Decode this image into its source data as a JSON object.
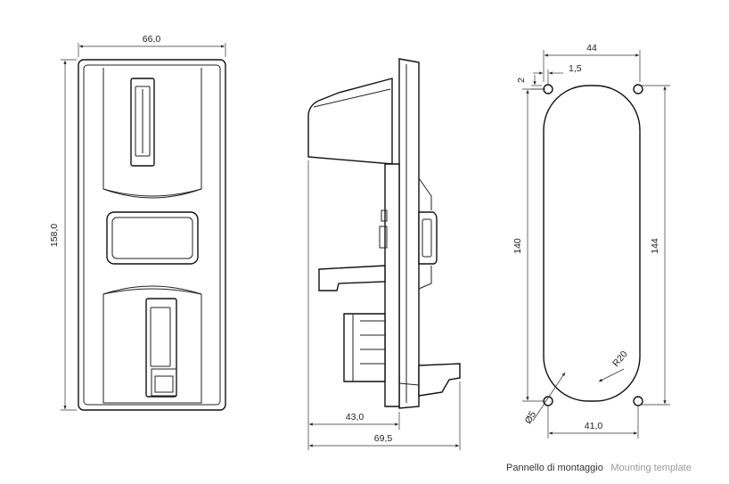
{
  "drawings": {
    "front": {
      "dim_width": "66,0",
      "dim_height": "158,0"
    },
    "side": {
      "dim_depth_partial": "43,0",
      "dim_depth_total": "69,5"
    },
    "template": {
      "dim_top_width": "44",
      "dim_offset_2": "2",
      "dim_offset_1_5": "1,5",
      "dim_height_inner": "140",
      "dim_height_outer": "144",
      "dim_radius": "R20",
      "dim_hole": "Ø5",
      "dim_bottom_width": "41,0"
    }
  },
  "caption": {
    "italian": "Pannello di montaggio",
    "english": "Mounting template"
  },
  "colors": {
    "line": "#111111",
    "caption_secondary": "#9a9a9a"
  }
}
